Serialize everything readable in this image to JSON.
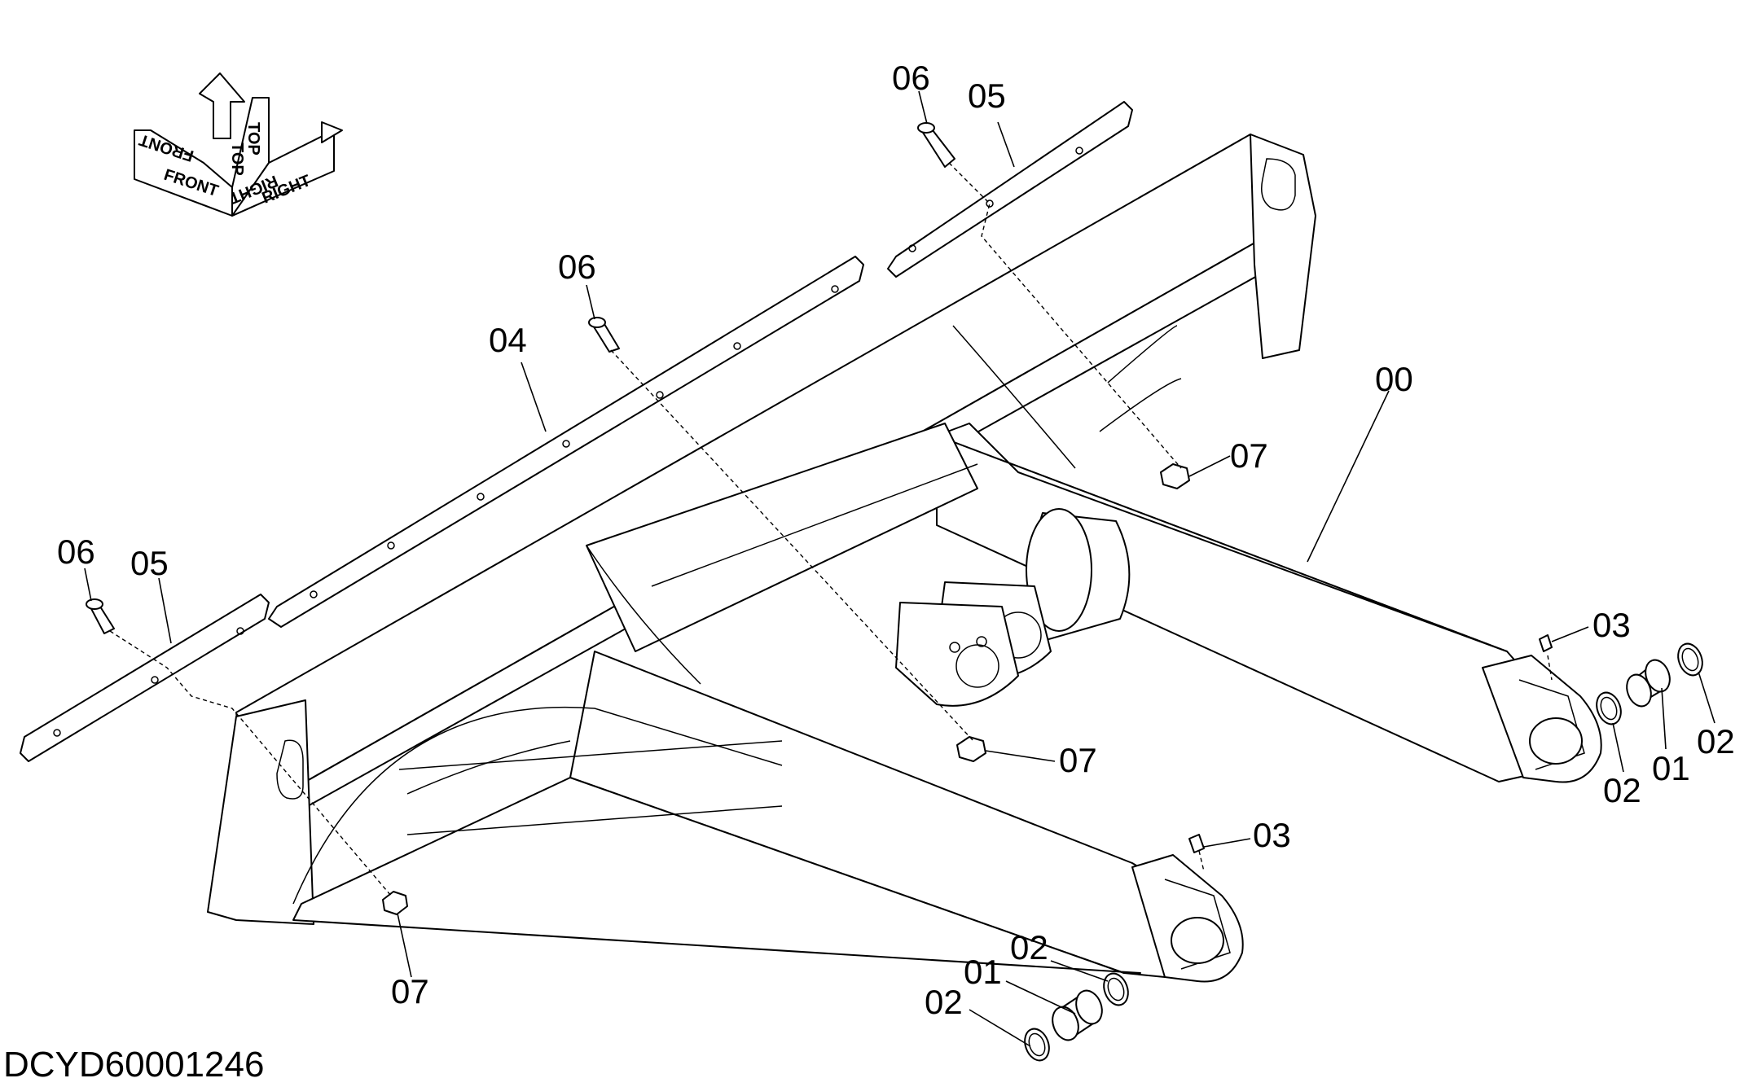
{
  "orientation": {
    "front": "FRONT",
    "top": "TOP",
    "right": "RIGHT"
  },
  "drawing_id": "DCYD60001246",
  "callouts": {
    "c00": "00",
    "c01a": "01",
    "c01b": "01",
    "c02a": "02",
    "c02b": "02",
    "c02c": "02",
    "c02d": "02",
    "c03a": "03",
    "c03b": "03",
    "c04": "04",
    "c05a": "05",
    "c05b": "05",
    "c06a": "06",
    "c06b": "06",
    "c06c": "06",
    "c07a": "07",
    "c07b": "07",
    "c07c": "07"
  },
  "colors": {
    "line": "#000000",
    "background": "#ffffff"
  }
}
